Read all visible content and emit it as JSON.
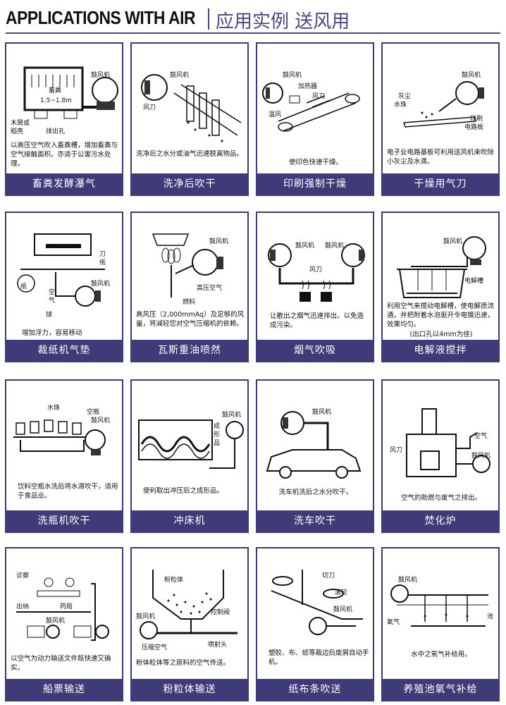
{
  "header": {
    "title_en": "APPLICATIONS WITH AIR",
    "title_cn": "应用实例 送风用"
  },
  "cards": [
    {
      "caption": "畜粪发酵瀑气",
      "desc": "以高压空气吹入畜粪槽，增加畜粪与空气接触面积。亦适于公害污水处理。",
      "labels": [
        "鼓风机",
        "畜粪",
        "1.5~1.8m",
        "木屑或",
        "稻壳",
        "排出孔"
      ]
    },
    {
      "caption": "洗净后吹干",
      "desc": "洗净后之水分或油气迅速脱离物品。",
      "labels": [
        "鼓风机",
        "风刀"
      ]
    },
    {
      "caption": "印刷强制干燥",
      "desc": "使印色快速干燥。",
      "labels": [
        "鼓风机",
        "加热器",
        "风刀",
        "温风"
      ]
    },
    {
      "caption": "干燥用气刀",
      "desc": "电子业电路基板可利用送风机来吹除小灰尘及水滴。",
      "labels": [
        "鼓风机",
        "灰尘",
        "水珠",
        "印刷",
        "电路板"
      ]
    },
    {
      "caption": "裁纸机气垫",
      "desc": "增加浮力，容易移动",
      "labels": [
        "刀",
        "纸",
        "纸",
        "空",
        "气",
        "球",
        "鼓风机"
      ]
    },
    {
      "caption": "瓦斯重油喷然",
      "desc": "高风压（2,000mmAq）及足够的风量，将减轻您对空气压缩机的依赖。",
      "labels": [
        "鼓风机",
        "高压空气",
        "燃料"
      ]
    },
    {
      "caption": "烟气吹吸",
      "desc": "让散出之烟气迅速排出。以免造成污染。",
      "labels": [
        "鼓风机",
        "鼓风机",
        "风刀"
      ]
    },
    {
      "caption": "电解液搅拌",
      "desc": "利用空气来搅动电解槽，使电解质流通，并把附着水泡驱开令电镀迅速，效果均匀。",
      "desc2": "(出口孔以4mm为佳)",
      "labels": [
        "鼓风机",
        "电解槽"
      ]
    },
    {
      "caption": "洗瓶机吹干",
      "desc": "饮料空瓶水洗后将水滴吹干，适用于食品业。",
      "labels": [
        "水珠",
        "空瓶",
        "鼓风机"
      ]
    },
    {
      "caption": "冲床机",
      "desc": "便利取出冲压后之成形品。",
      "labels": [
        "鼓风机",
        "成",
        "形",
        "品"
      ]
    },
    {
      "caption": "洗车吹干",
      "desc": "洗车机洗后之水分吹干。",
      "labels": [
        "鼓风机"
      ]
    },
    {
      "caption": "焚化炉",
      "desc": "空气的助燃与废气之排出。",
      "labels": [
        "空气",
        "风刀",
        "鼓风机"
      ]
    },
    {
      "caption": "船票输送",
      "desc": "以空气为动力输送文件既快速又确实。",
      "labels": [
        "诊察",
        "出纳",
        "药局",
        "鼓风机"
      ]
    },
    {
      "caption": "粉粒体输送",
      "desc": "粉体粒体等之原料的空气传送。",
      "labels": [
        "粉粒体",
        "控制阀",
        "鼓风机",
        "压缩空气",
        "喷射头"
      ]
    },
    {
      "caption": "纸布条吹送",
      "desc": "塑胶、布、纸等裁边后废屑自动手机。",
      "labels": [
        "切刀",
        "滚轮",
        "鼓风机"
      ]
    },
    {
      "caption": "养殖池氧气补给",
      "desc": "水中之氧气补给用。",
      "labels": [
        "鼓风机",
        "氧气",
        "池"
      ]
    }
  ],
  "colors": {
    "accent": "#3f3a78",
    "title": "#4a4680"
  }
}
